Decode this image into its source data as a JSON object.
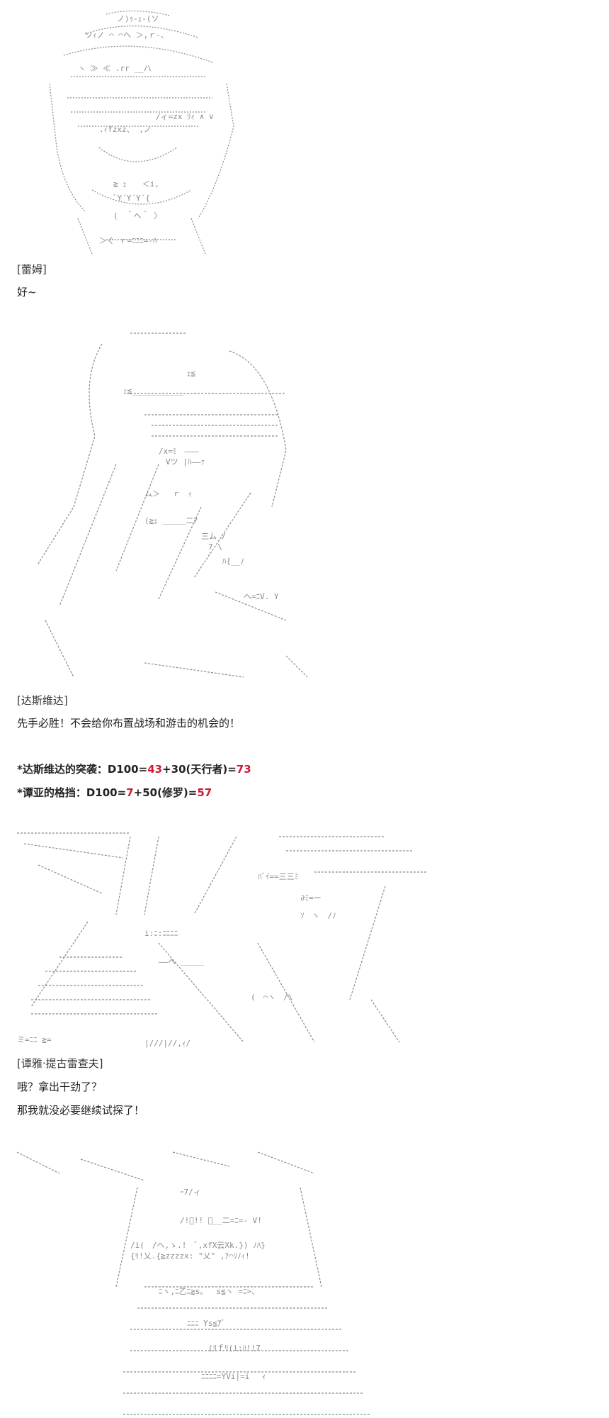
{
  "colors": {
    "text": "#222222",
    "highlight": "#cc1a36",
    "art": "#8a8a8a"
  },
  "scene1": {
    "speaker": "[蕾姆]",
    "line1": "好~"
  },
  "scene2": {
    "speaker": "[达斯维达]",
    "line1": "先手必胜！不会给你布置战场和游击的机会的！",
    "roll1": {
      "prefix": "*达斯维达的突袭：D100=",
      "die": "43",
      "mid": "+30(天行者)=",
      "total": "73"
    },
    "roll2": {
      "prefix": "*谭亚的格挡：D100=",
      "die": "7",
      "mid": "+50(修罗)=",
      "total": "57"
    }
  },
  "scene3": {
    "speaker": "[谭雅·提古雷查夫]",
    "line1": "哦？拿出干劲了？",
    "line2": "那我就没必要继续试探了！"
  }
}
